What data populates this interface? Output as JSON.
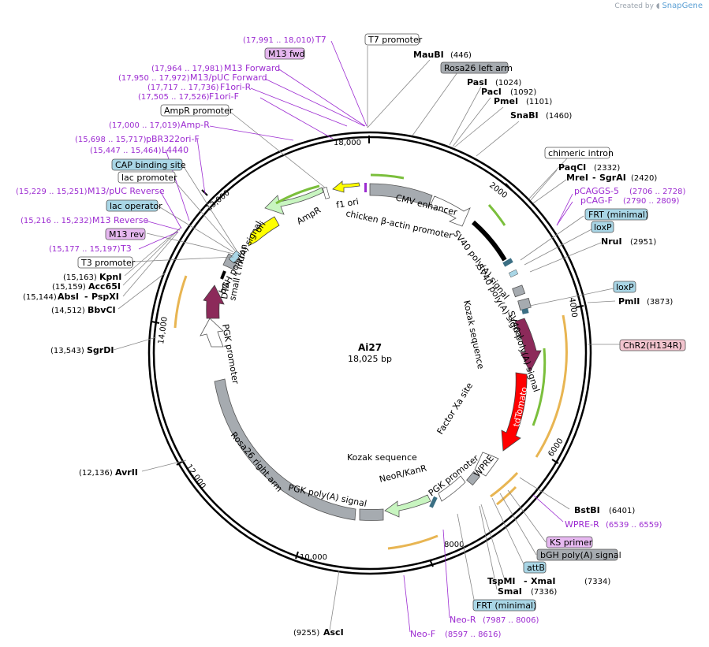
{
  "credit": {
    "prefix": "Created by",
    "brand": "SnapGene"
  },
  "plasmid": {
    "name": "Ai27",
    "length_label": "18,025 bp"
  },
  "colors": {
    "primer": "#9c2bd1",
    "feature_gray": "#a6abb0",
    "promoter_white": "#ffffff",
    "cds_purple": "#8c2a5a",
    "ori_yellow": "#ffff00",
    "ampr_green": "#c8f5c0",
    "tdtomato_red": "#ff0000",
    "misc_blue": "#a9d6e6",
    "primer_arrow_green": "#7bbf3c",
    "primer_arrow_orange": "#e8b552",
    "dark_arrow": "#3b4a52"
  },
  "ticks": [
    "18,000",
    "2000",
    "4000",
    "6000",
    "8000",
    "10,000",
    "12,000",
    "14,000",
    "13,000"
  ],
  "inner_features": [
    "CMV enhancer",
    "chicken β-actin promoter",
    "SV40 poly(A) signal",
    "SV40 poly(A) signal",
    "SV40 poly(A) signal",
    "Kozak sequence",
    "tdTomato",
    "Factor Xa site",
    "WPRE",
    "PGK promoter",
    "Kozak sequence",
    "NeoR/KanR",
    "PGK poly(A) signal",
    "Rosa26 right arm",
    "PGK promoter",
    "DTA",
    "small t intron",
    "bGH poly(A) signal",
    "ori",
    "AmpR",
    "f1 ori"
  ],
  "enzymes": [
    {
      "name": "MauBI",
      "pos": "(446)"
    },
    {
      "name": "PasI",
      "pos": "(1024)"
    },
    {
      "name": "PacI",
      "pos": "(1092)"
    },
    {
      "name": "PmeI",
      "pos": "(1101)"
    },
    {
      "name": "SnaBI",
      "pos": "(1460)"
    },
    {
      "name": "PaqCI",
      "pos": "(2332)"
    },
    {
      "name": "MreI",
      "sep": "-",
      "name2": "SgrAI",
      "pos": "(2420)"
    },
    {
      "name": "NruI",
      "pos": "(2951)"
    },
    {
      "name": "PmlI",
      "pos": "(3873)"
    },
    {
      "name": "BstBI",
      "pos": "(6401)"
    },
    {
      "name": "TspMI",
      "sep": "-",
      "name2": "XmaI",
      "pos": "(7334)"
    },
    {
      "name": "SmaI",
      "pos": "(7336)"
    },
    {
      "name": "AscI",
      "pos": "(9255)"
    },
    {
      "name": "AvrII",
      "pos": "(12,136)"
    },
    {
      "name": "SgrDI",
      "pos": "(13,543)"
    },
    {
      "name": "BbvCI",
      "pos": "(14,512)"
    },
    {
      "name": "AbsI",
      "sep": "-",
      "name2": "PspXI",
      "pos": "(15,144)"
    },
    {
      "name": "Acc65I",
      "pos": "(15,159)"
    },
    {
      "name": "KpnI",
      "pos": "(15,163)"
    }
  ],
  "primers": [
    {
      "name": "T7",
      "pos": "(17,991 .. 18,010)"
    },
    {
      "name": "M13 Forward",
      "pos": "(17,964 .. 17,981)"
    },
    {
      "name": "M13/pUC Forward",
      "pos": "(17,950 .. 17,972)"
    },
    {
      "name": "F1ori-R",
      "pos": "(17,717 .. 17,736)"
    },
    {
      "name": "F1ori-F",
      "pos": "(17,505 .. 17,526)"
    },
    {
      "name": "Amp-R",
      "pos": "(17,000 .. 17,019)"
    },
    {
      "name": "pBR322ori-F",
      "pos": "(15,698 .. 15,717)"
    },
    {
      "name": "L4440",
      "pos": "(15,447 .. 15,464)"
    },
    {
      "name": "M13/pUC Reverse",
      "pos": "(15,229 .. 15,251)"
    },
    {
      "name": "M13 Reverse",
      "pos": "(15,216 .. 15,232)"
    },
    {
      "name": "T3",
      "pos": "(15,177 .. 15,197)"
    },
    {
      "name": "pCAGGS-5",
      "pos": "(2706 .. 2728)"
    },
    {
      "name": "pCAG-F",
      "pos": "(2790 .. 2809)"
    },
    {
      "name": "WPRE-R",
      "pos": "(6539 .. 6559)"
    },
    {
      "name": "Neo-R",
      "pos": "(7987 .. 8006)"
    },
    {
      "name": "Neo-F",
      "pos": "(8597 .. 8616)"
    }
  ],
  "boxes": [
    {
      "text": "M13 fwd",
      "kind": "purple"
    },
    {
      "text": "T7 promoter",
      "kind": "white"
    },
    {
      "text": "Rosa26 left arm",
      "kind": "gray"
    },
    {
      "text": "AmpR promoter",
      "kind": "white"
    },
    {
      "text": "chimeric intron",
      "kind": "white"
    },
    {
      "text": "FRT (minimal)",
      "kind": "blue"
    },
    {
      "text": "loxP",
      "kind": "blue"
    },
    {
      "text": "loxP",
      "kind": "blue"
    },
    {
      "text": "ChR2(H134R)",
      "kind": "pink"
    },
    {
      "text": "CAP binding site",
      "kind": "blue"
    },
    {
      "text": "lac promoter",
      "kind": "white"
    },
    {
      "text": "lac operator",
      "kind": "blue"
    },
    {
      "text": "M13 rev",
      "kind": "purple"
    },
    {
      "text": "T3 promoter",
      "kind": "white"
    },
    {
      "text": "KS primer",
      "kind": "purple"
    },
    {
      "text": "bGH poly(A) signal",
      "kind": "gray"
    },
    {
      "text": "attB",
      "kind": "blue"
    },
    {
      "text": "FRT (minimal)",
      "kind": "blue"
    }
  ]
}
